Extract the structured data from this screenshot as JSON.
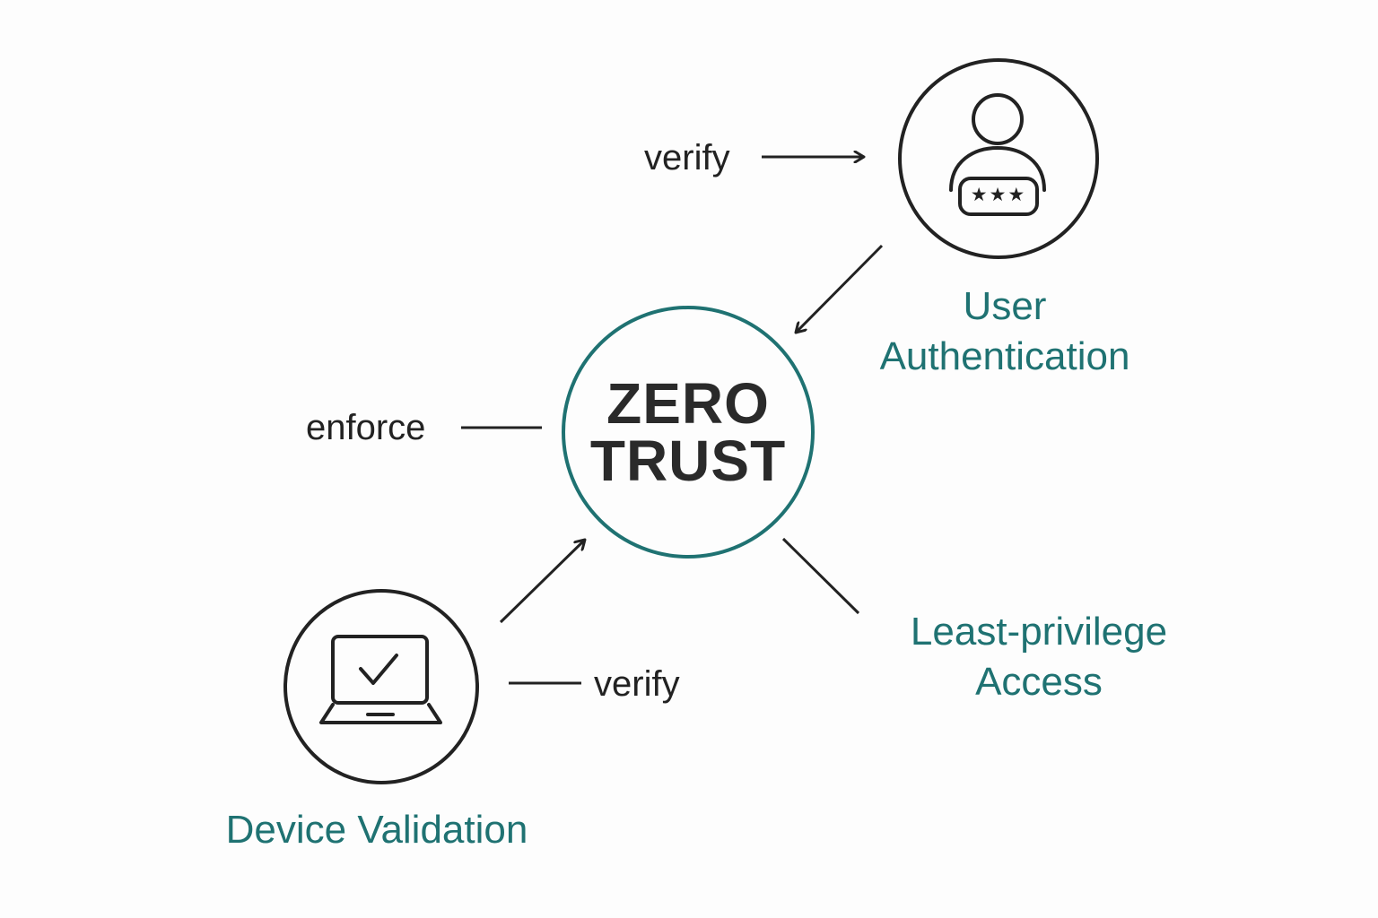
{
  "colors": {
    "accent": "#1f7272",
    "ink": "#222222",
    "background": "#fdfdfd"
  },
  "center": {
    "line1": "ZERO",
    "line2": "TRUST"
  },
  "nodes": {
    "user_auth": {
      "line1": "User",
      "line2": "Authentication",
      "icon": "user-password-icon",
      "password_mask": "★★★"
    },
    "device_validation": {
      "label": "Device Validation",
      "icon": "laptop-check-icon"
    },
    "least_privilege": {
      "line1": "Least-privilege",
      "line2": "Access"
    }
  },
  "edges": {
    "verify_user": "verify",
    "enforce": "enforce",
    "verify_device": "verify"
  }
}
